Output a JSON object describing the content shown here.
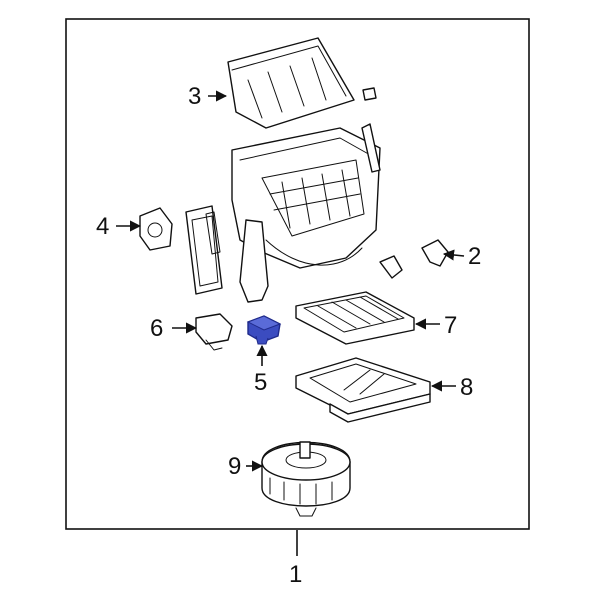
{
  "colors": {
    "line": "#111111",
    "background": "#ffffff",
    "highlight": "#3b4cc0",
    "highlight_dark": "#1f2a8a"
  },
  "callouts": {
    "part_1": "1",
    "part_2": "2",
    "part_3": "3",
    "part_4": "4",
    "part_5": "5",
    "part_6": "6",
    "part_7": "7",
    "part_8": "8",
    "part_9": "9"
  },
  "highlighted_part": "5"
}
